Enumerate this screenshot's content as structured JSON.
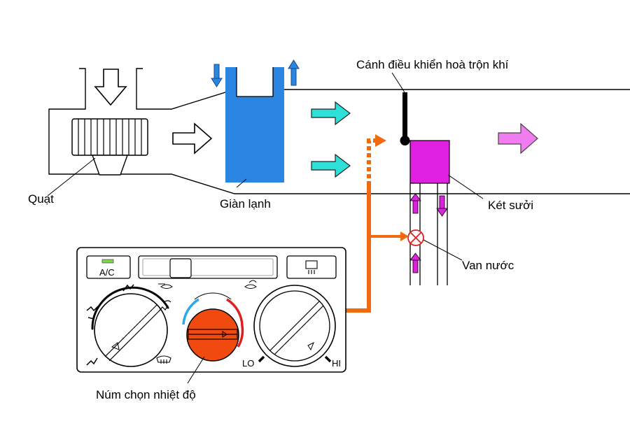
{
  "labels": {
    "fan": "Quạt",
    "evaporator": "Giàn lạnh",
    "mix_door": "Cánh điều khiển hoà trộn khí",
    "heater_core": "Két sưởi",
    "water_valve": "Van nước",
    "temp_knob": "Núm chọn nhiệt độ"
  },
  "panel": {
    "ac_button": "A/C",
    "lo": "LO",
    "hi": "HI"
  },
  "colors": {
    "evaporator": "#2a86e0",
    "cold_air": "#2ee0d8",
    "heater": "#e020e0",
    "warm_air": "#f07cf0",
    "cable": "#f06a10",
    "temp_knob": "#f04a10",
    "ac_led": "#7ad84a"
  }
}
